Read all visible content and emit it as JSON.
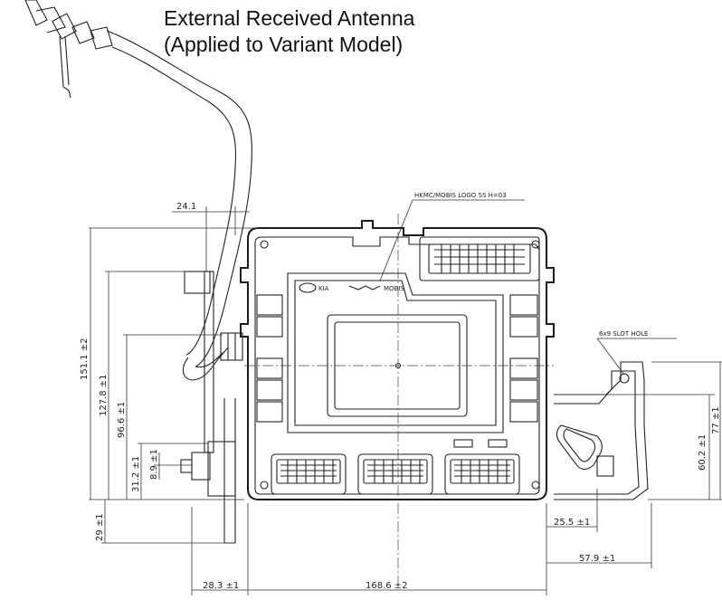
{
  "title": {
    "line1": "External Received Antenna",
    "line2": "(Applied to Variant Model)"
  },
  "notes": {
    "logo_note": "HKMC/MOBIS LOGO SS H=03",
    "slot_hole": "6x9 SLOT HOLE",
    "logo_text_left": "KIA",
    "logo_text_right": "MOBIS"
  },
  "dimensions": {
    "d_24_1": "24.1",
    "d_151_1": "151.1 ±2",
    "d_127_8": "127.8 ±1",
    "d_96_6": "96.6 ±1",
    "d_31_2": "31.2 ±1",
    "d_8_9": "8.9 ±1",
    "d_29": "29 ±1",
    "d_28_3": "28.3 ±1",
    "d_168_6": "168.6 ±2",
    "d_25_5": "25.5 ±1",
    "d_57_9": "57.9 ±1",
    "d_60_2": "60.2 ±1",
    "d_77": "77 ±1"
  },
  "colors": {
    "line": "#222222",
    "background": "#ffffff"
  }
}
